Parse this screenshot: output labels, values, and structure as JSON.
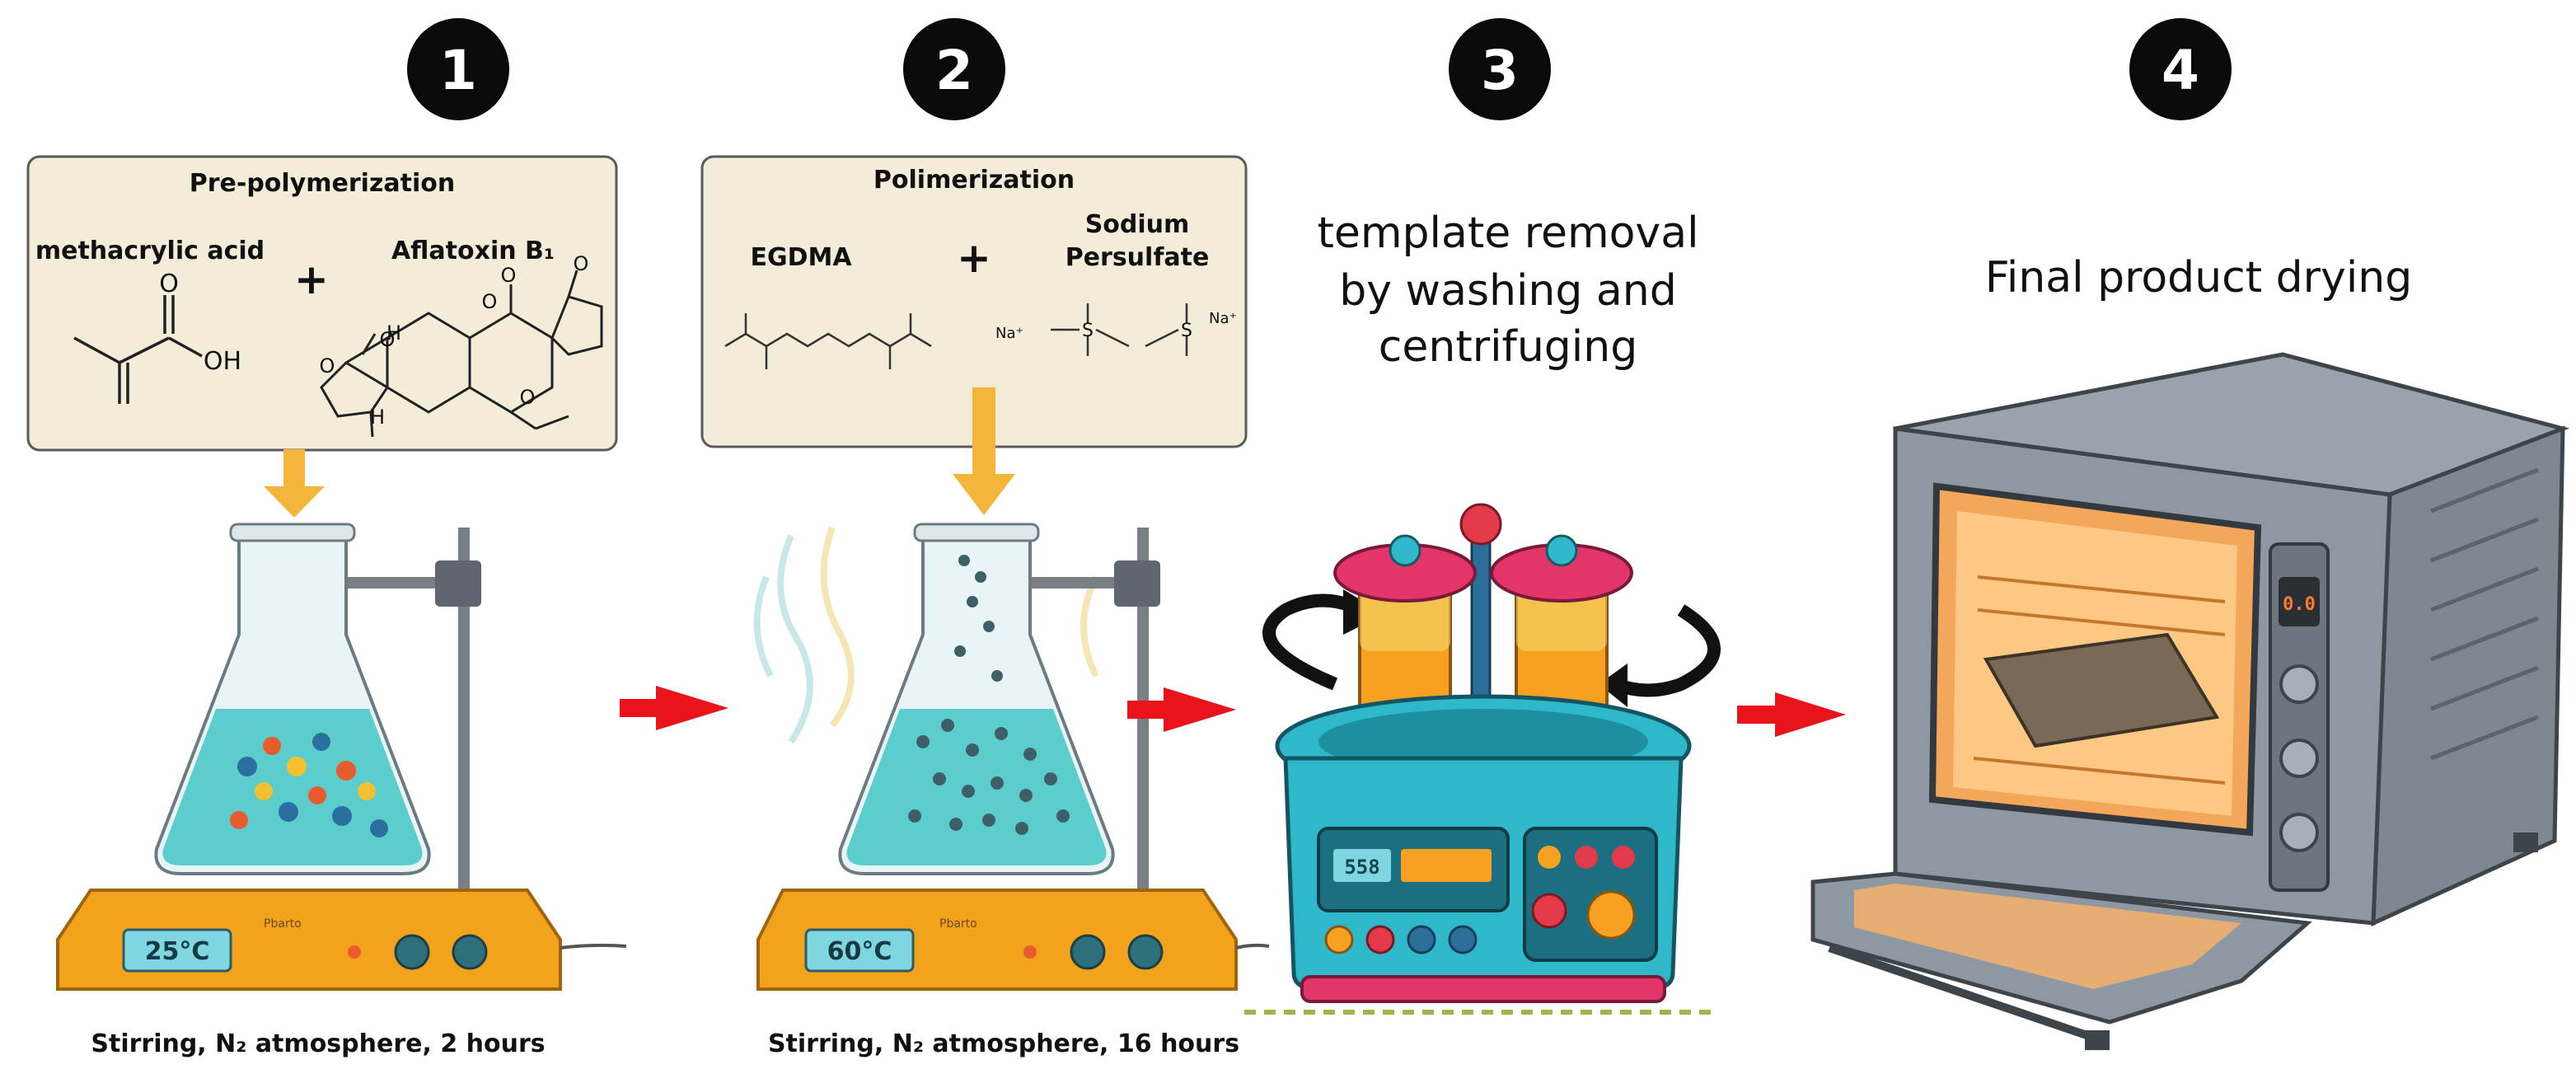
{
  "steps": [
    {
      "number": "1",
      "box_title": "Pre-polymerization",
      "reagent_a": "methacrylic acid",
      "plus": "+",
      "reagent_b": "Aflatoxin B₁",
      "display": "25°C",
      "brand": "Pbarto",
      "caption": "Stirring, N₂ atmosphere, 2 hours"
    },
    {
      "number": "2",
      "box_title": "Polimerization",
      "reagent_a": "EGDMA",
      "plus": "+",
      "reagent_b_line1": "Sodium",
      "reagent_b_line2": "Persulfate",
      "na_left": "Na⁺",
      "na_right": "Na⁺",
      "display": "60°C",
      "brand": "Pbarto",
      "caption": "Stirring, N₂ atmosphere, 16 hours"
    },
    {
      "number": "3",
      "title_lines": [
        "template removal",
        "by washing and",
        "centrifuging"
      ],
      "display": "558"
    },
    {
      "number": "4",
      "title": "Final product drying",
      "oven_display": "0.0"
    }
  ],
  "structure_labels": {
    "o": "O",
    "oh": "OH",
    "h": "H",
    "s": "S"
  },
  "colors": {
    "badge": "#0a0a0a",
    "panel": "#f3ecd9",
    "arrow_red": "#e8131b",
    "arrow_yellow": "#f4b63a",
    "liquid": "#4cc9c9",
    "plate": "#f3a21b",
    "centrifuge": "#2fb8c9",
    "oven": "#8e98a2"
  }
}
